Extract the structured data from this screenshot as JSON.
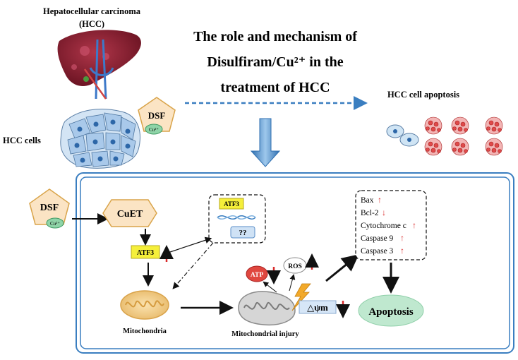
{
  "top": {
    "liver_label_line1": "Hepatocellular carcinoma",
    "liver_label_line2": "(HCC)",
    "hcc_cells_label": "HCC cells",
    "drug_pentagon": "DSF",
    "copper_badge": "Cu²⁺",
    "title_line1": "The role and mechanism of",
    "title_line2": "Disulfiram/Cu²⁺ in the",
    "title_line3": "treatment of HCC",
    "apoptosis_label": "HCC cell apoptosis"
  },
  "mechanism": {
    "dsf": "DSF",
    "cu": "Cu²⁺",
    "cuet": "CuET",
    "atf3": "ATF3",
    "inset_atf3": "ATF3",
    "inset_unknown": "??",
    "mitochondria_label": "Mitochondria",
    "mito_injury_label": "Mitochondrial injury",
    "atp": "ATP",
    "ros": "ROS",
    "delta_psi": "△ψm",
    "markers": [
      {
        "name": "Bax",
        "dir": "↑"
      },
      {
        "name": "Bcl-2",
        "dir": "↓"
      },
      {
        "name": "Cytochrome c",
        "dir": "↑"
      },
      {
        "name": "Caspase 9",
        "dir": "↑"
      },
      {
        "name": "Caspase 3",
        "dir": "↑"
      }
    ],
    "apoptosis": "Apoptosis"
  },
  "colors": {
    "frame_blue": "#3a7ec0",
    "arrow_red": "#d92b2b",
    "pentagon_fill": "#fbe4c4",
    "atf3_fill": "#f5ef3a",
    "apoptosis_fill": "#bfe8cf"
  }
}
